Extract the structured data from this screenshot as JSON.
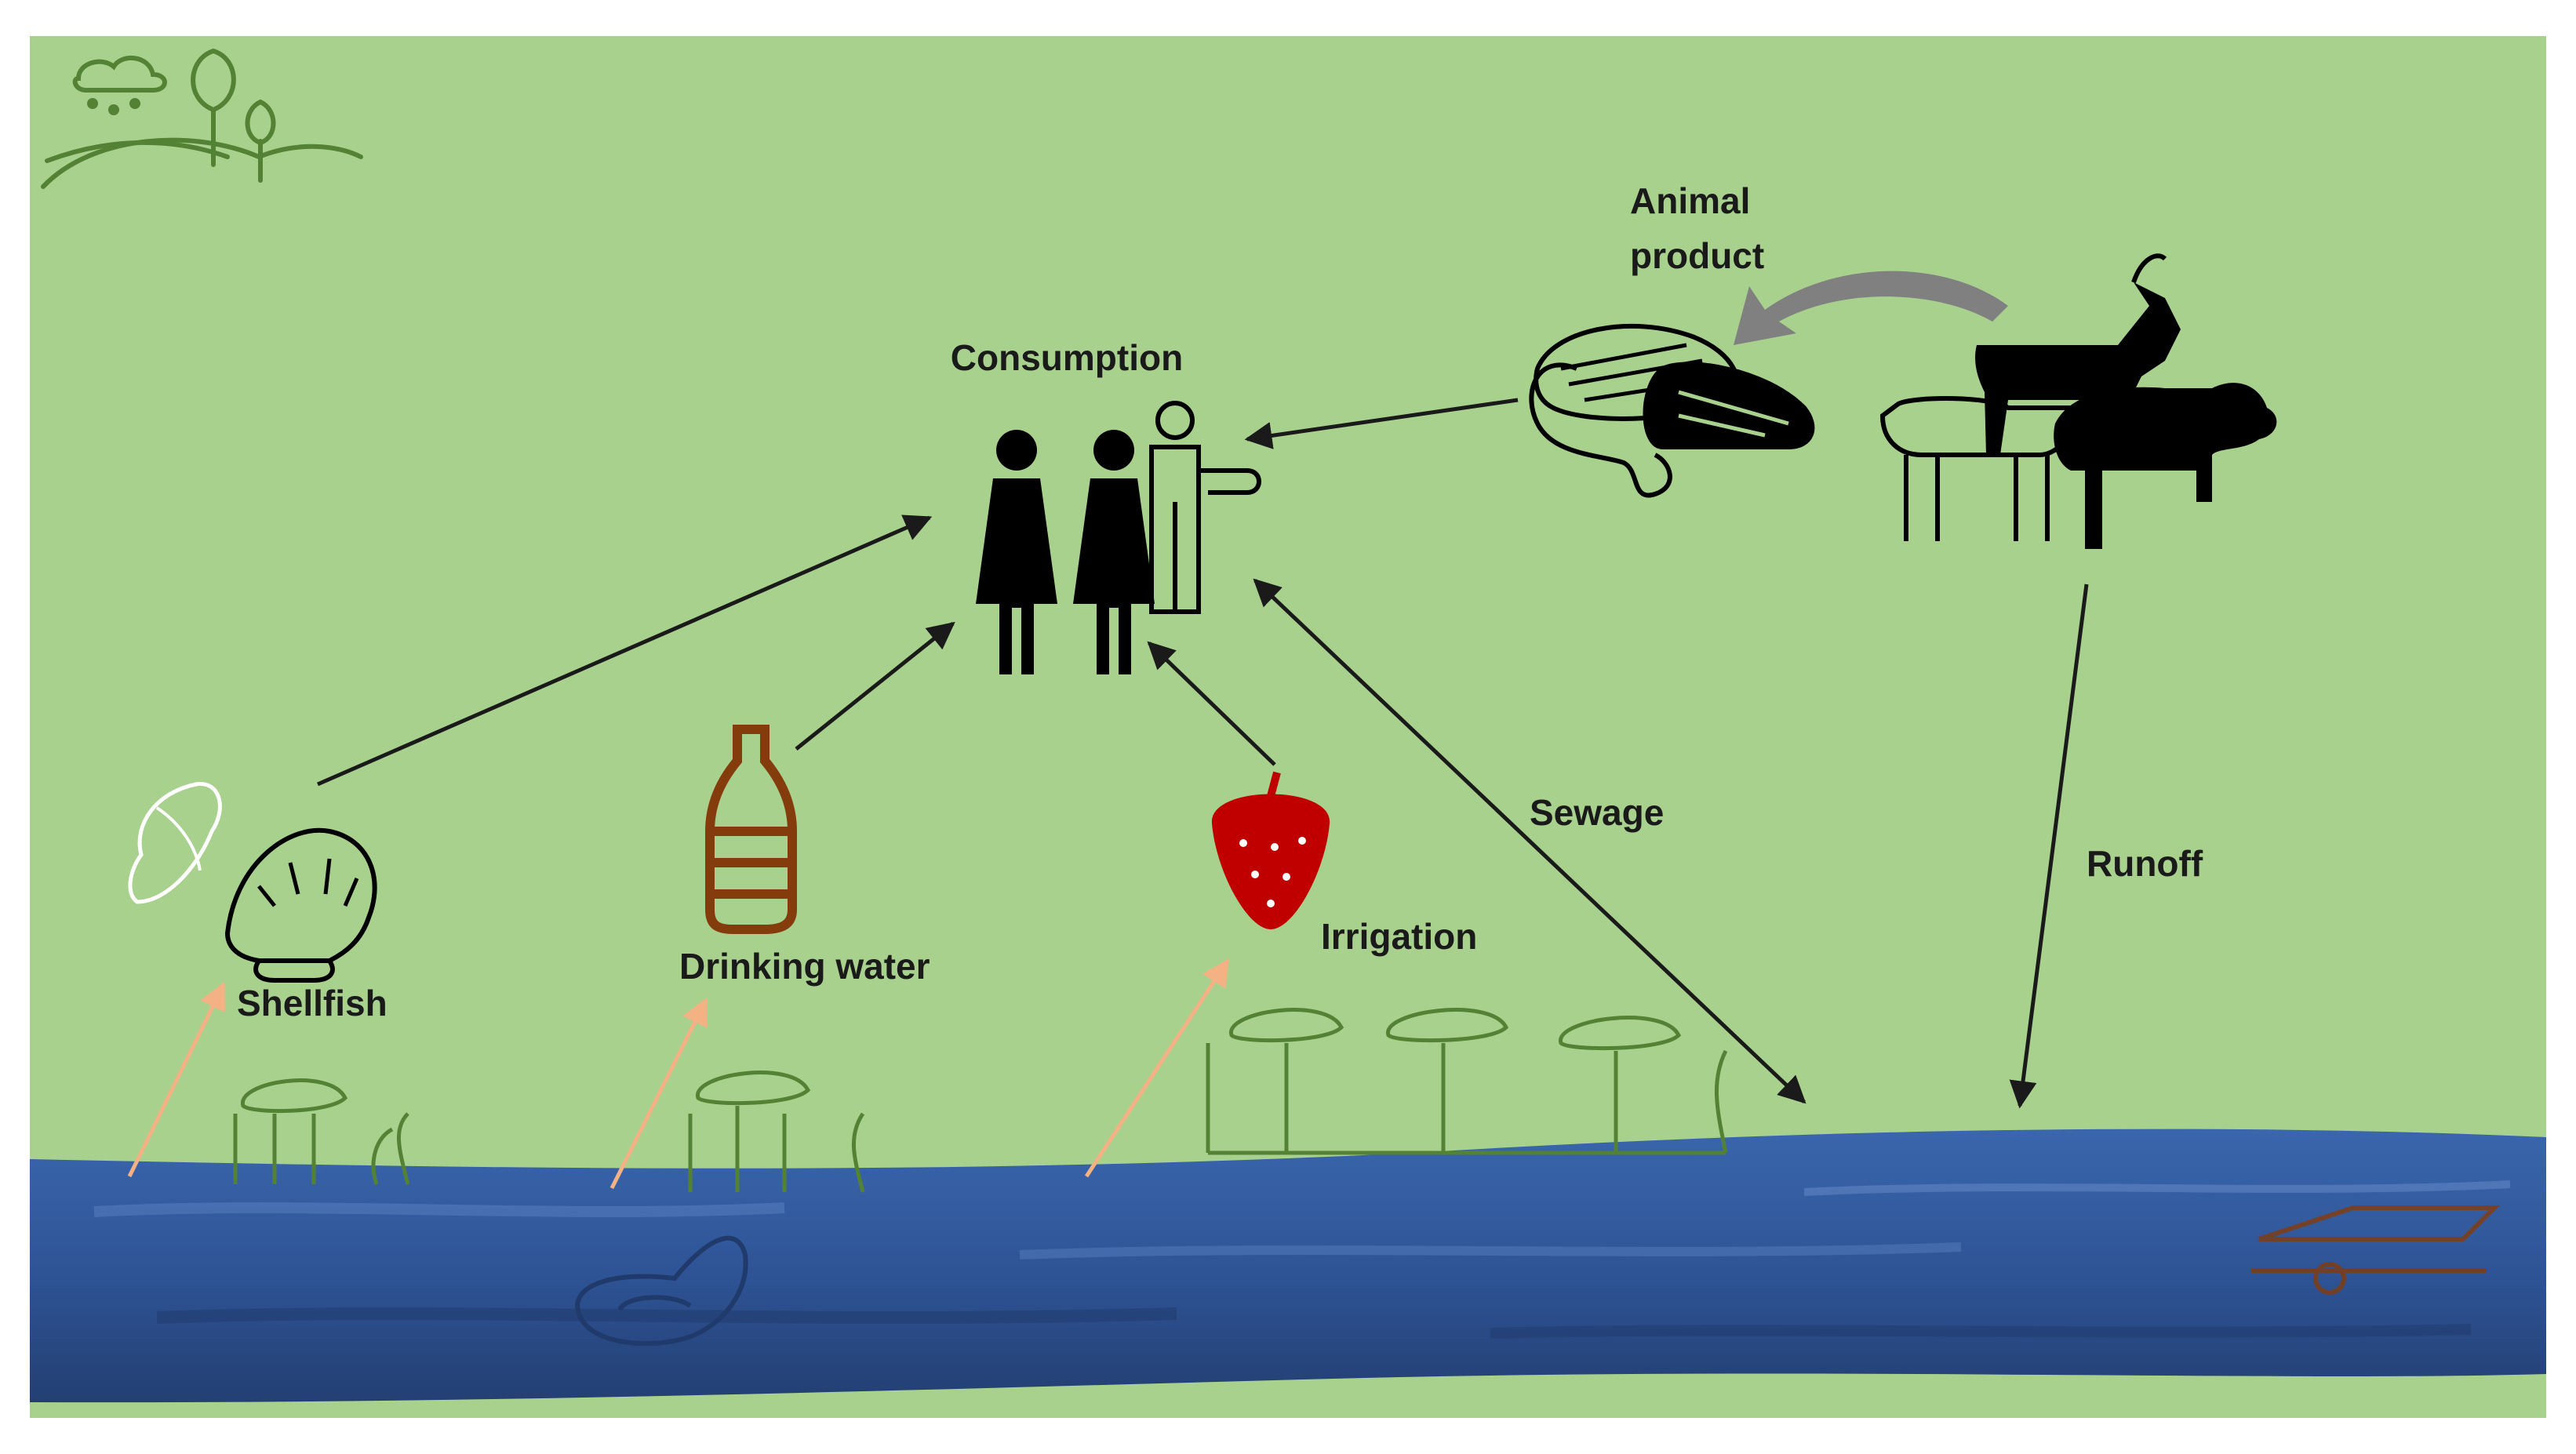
{
  "labels": {
    "consumption": "Consumption",
    "animal_product_line1": "Animal",
    "animal_product_line2": "product",
    "shellfish": "Shellfish",
    "drinking_water": "Drinking water",
    "irrigation": "Irrigation",
    "sewage": "Sewage",
    "runoff": "Runoff"
  },
  "colors": {
    "background_green": "#a9d18e",
    "water_blue": "#2f5597",
    "water_dark": "#23437a",
    "arrow_black": "#1a1a1a",
    "arrow_orange": "#f4b183",
    "strawberry_red": "#c00000",
    "bottle_brown": "#843c0c",
    "icon_outline_green": "#548235",
    "big_arrow_grey": "#808080"
  },
  "icons": [
    "landscape-icon",
    "people-icon",
    "meat-icon",
    "livestock-icon",
    "seashell-icon",
    "bottle-icon",
    "strawberry-icon",
    "swan-float-icon",
    "boat-trailer-icon",
    "plants-icon"
  ]
}
